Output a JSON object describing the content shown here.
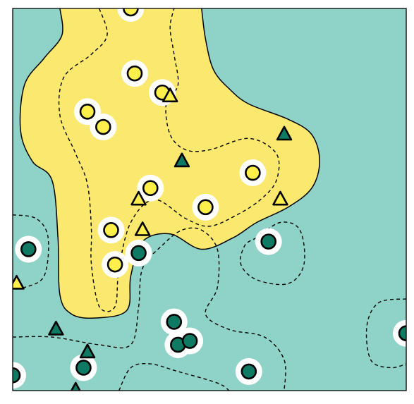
{
  "chart_data": {
    "type": "scatter",
    "title": "",
    "xlabel": "",
    "ylabel": "",
    "xlim": [
      0,
      1
    ],
    "ylim": [
      0,
      1
    ],
    "grid": false,
    "legend": "none",
    "colors": {
      "background_region": "#8fd3c8",
      "decision_region": "#fbe86e",
      "class_yellow": "#ffef4a",
      "class_green": "#0e7a63",
      "support_vector_halo": "#ffffff",
      "outline": "#000000"
    },
    "decision_boundary": {
      "style": "solid",
      "points": [
        [
          0.12,
          1.0
        ],
        [
          0.125,
          0.93
        ],
        [
          0.08,
          0.87
        ],
        [
          0.03,
          0.8
        ],
        [
          0.02,
          0.68
        ],
        [
          0.05,
          0.6
        ],
        [
          0.1,
          0.55
        ],
        [
          0.115,
          0.4
        ],
        [
          0.12,
          0.25
        ],
        [
          0.15,
          0.2
        ],
        [
          0.21,
          0.19
        ],
        [
          0.29,
          0.21
        ],
        [
          0.3,
          0.3
        ],
        [
          0.33,
          0.39
        ],
        [
          0.4,
          0.41
        ],
        [
          0.48,
          0.37
        ],
        [
          0.56,
          0.4
        ],
        [
          0.62,
          0.44
        ],
        [
          0.7,
          0.48
        ],
        [
          0.76,
          0.53
        ],
        [
          0.78,
          0.6
        ],
        [
          0.76,
          0.67
        ],
        [
          0.7,
          0.71
        ],
        [
          0.6,
          0.75
        ],
        [
          0.55,
          0.79
        ],
        [
          0.51,
          0.84
        ],
        [
          0.49,
          0.92
        ],
        [
          0.48,
          1.0
        ]
      ]
    },
    "margin_contours": [
      {
        "style": "dashed",
        "points": [
          [
            0.22,
            1.0
          ],
          [
            0.24,
            0.93
          ],
          [
            0.2,
            0.88
          ],
          [
            0.13,
            0.82
          ],
          [
            0.12,
            0.72
          ],
          [
            0.16,
            0.62
          ],
          [
            0.19,
            0.54
          ],
          [
            0.2,
            0.42
          ],
          [
            0.2,
            0.33
          ],
          [
            0.22,
            0.22
          ],
          [
            0.26,
            0.22
          ],
          [
            0.27,
            0.32
          ],
          [
            0.3,
            0.44
          ],
          [
            0.36,
            0.5
          ],
          [
            0.44,
            0.45
          ],
          [
            0.5,
            0.43
          ],
          [
            0.57,
            0.46
          ],
          [
            0.63,
            0.5
          ],
          [
            0.67,
            0.55
          ],
          [
            0.67,
            0.62
          ],
          [
            0.6,
            0.66
          ],
          [
            0.5,
            0.63
          ],
          [
            0.44,
            0.63
          ],
          [
            0.4,
            0.67
          ],
          [
            0.39,
            0.75
          ],
          [
            0.42,
            0.8
          ],
          [
            0.41,
            0.88
          ],
          [
            0.4,
            0.95
          ],
          [
            0.41,
            1.0
          ]
        ]
      },
      {
        "style": "dashed",
        "points": [
          [
            0.0,
            0.46
          ],
          [
            0.06,
            0.45
          ],
          [
            0.09,
            0.4
          ],
          [
            0.08,
            0.3
          ],
          [
            0.03,
            0.27
          ],
          [
            0.0,
            0.27
          ]
        ]
      },
      {
        "style": "dashed",
        "points": [
          [
            0.0,
            0.14
          ],
          [
            0.1,
            0.14
          ],
          [
            0.22,
            0.12
          ],
          [
            0.3,
            0.12
          ],
          [
            0.32,
            0.22
          ],
          [
            0.33,
            0.32
          ],
          [
            0.38,
            0.38
          ],
          [
            0.43,
            0.42
          ],
          [
            0.48,
            0.42
          ],
          [
            0.52,
            0.37
          ],
          [
            0.52,
            0.27
          ],
          [
            0.49,
            0.2
          ],
          [
            0.55,
            0.16
          ],
          [
            0.64,
            0.14
          ],
          [
            0.69,
            0.08
          ],
          [
            0.69,
            0.0
          ]
        ]
      },
      {
        "style": "dashed",
        "points": [
          [
            0.27,
            0.0
          ],
          [
            0.3,
            0.06
          ],
          [
            0.35,
            0.07
          ],
          [
            0.42,
            0.05
          ],
          [
            0.52,
            0.02
          ],
          [
            0.55,
            0.0
          ]
        ]
      },
      {
        "style": "dashed",
        "points": [
          [
            0.62,
            0.4
          ],
          [
            0.68,
            0.44
          ],
          [
            0.73,
            0.42
          ],
          [
            0.74,
            0.33
          ],
          [
            0.7,
            0.28
          ],
          [
            0.62,
            0.29
          ],
          [
            0.58,
            0.33
          ],
          [
            0.59,
            0.38
          ],
          [
            0.62,
            0.4
          ]
        ]
      },
      {
        "style": "dashed",
        "points": [
          [
            1.0,
            0.24
          ],
          [
            0.93,
            0.23
          ],
          [
            0.9,
            0.17
          ],
          [
            0.91,
            0.08
          ],
          [
            0.96,
            0.06
          ],
          [
            1.0,
            0.07
          ]
        ]
      }
    ],
    "series": [
      {
        "class": "yellow",
        "marker": "circle",
        "points": [
          {
            "x": 0.3,
            "y": 1.0,
            "sv": true
          },
          {
            "x": 0.31,
            "y": 0.83,
            "sv": true
          },
          {
            "x": 0.38,
            "y": 0.78,
            "sv": true
          },
          {
            "x": 0.19,
            "y": 0.73,
            "sv": true
          },
          {
            "x": 0.23,
            "y": 0.69,
            "sv": true
          },
          {
            "x": 0.35,
            "y": 0.53,
            "sv": true
          },
          {
            "x": 0.61,
            "y": 0.57,
            "sv": true
          },
          {
            "x": 0.49,
            "y": 0.48,
            "sv": true
          },
          {
            "x": 0.25,
            "y": 0.42,
            "sv": true
          },
          {
            "x": 0.26,
            "y": 0.33,
            "sv": true
          }
        ]
      },
      {
        "class": "yellow",
        "marker": "triangle",
        "points": [
          {
            "x": 0.4,
            "y": 0.77
          },
          {
            "x": 0.32,
            "y": 0.5
          },
          {
            "x": 0.33,
            "y": 0.42
          },
          {
            "x": 0.68,
            "y": 0.5
          },
          {
            "x": 0.01,
            "y": 0.28
          }
        ]
      },
      {
        "class": "green",
        "marker": "circle",
        "points": [
          {
            "x": 0.04,
            "y": 0.37,
            "sv": true
          },
          {
            "x": 0.32,
            "y": 0.36,
            "sv": true
          },
          {
            "x": 0.65,
            "y": 0.39,
            "sv": true
          },
          {
            "x": 0.41,
            "y": 0.18,
            "sv": true
          },
          {
            "x": 0.42,
            "y": 0.12,
            "sv": true
          },
          {
            "x": 0.45,
            "y": 0.13,
            "sv": true
          },
          {
            "x": 0.18,
            "y": 0.06,
            "sv": true
          },
          {
            "x": 0.0,
            "y": 0.04,
            "sv": true
          },
          {
            "x": 0.6,
            "y": 0.05,
            "sv": true
          },
          {
            "x": 1.0,
            "y": 0.15,
            "sv": true
          }
        ]
      },
      {
        "class": "green",
        "marker": "triangle",
        "points": [
          {
            "x": 0.69,
            "y": 0.67
          },
          {
            "x": 0.43,
            "y": 0.6
          },
          {
            "x": 0.11,
            "y": 0.16
          },
          {
            "x": 0.19,
            "y": 0.1
          },
          {
            "x": 0.16,
            "y": 0.0
          }
        ]
      }
    ]
  }
}
